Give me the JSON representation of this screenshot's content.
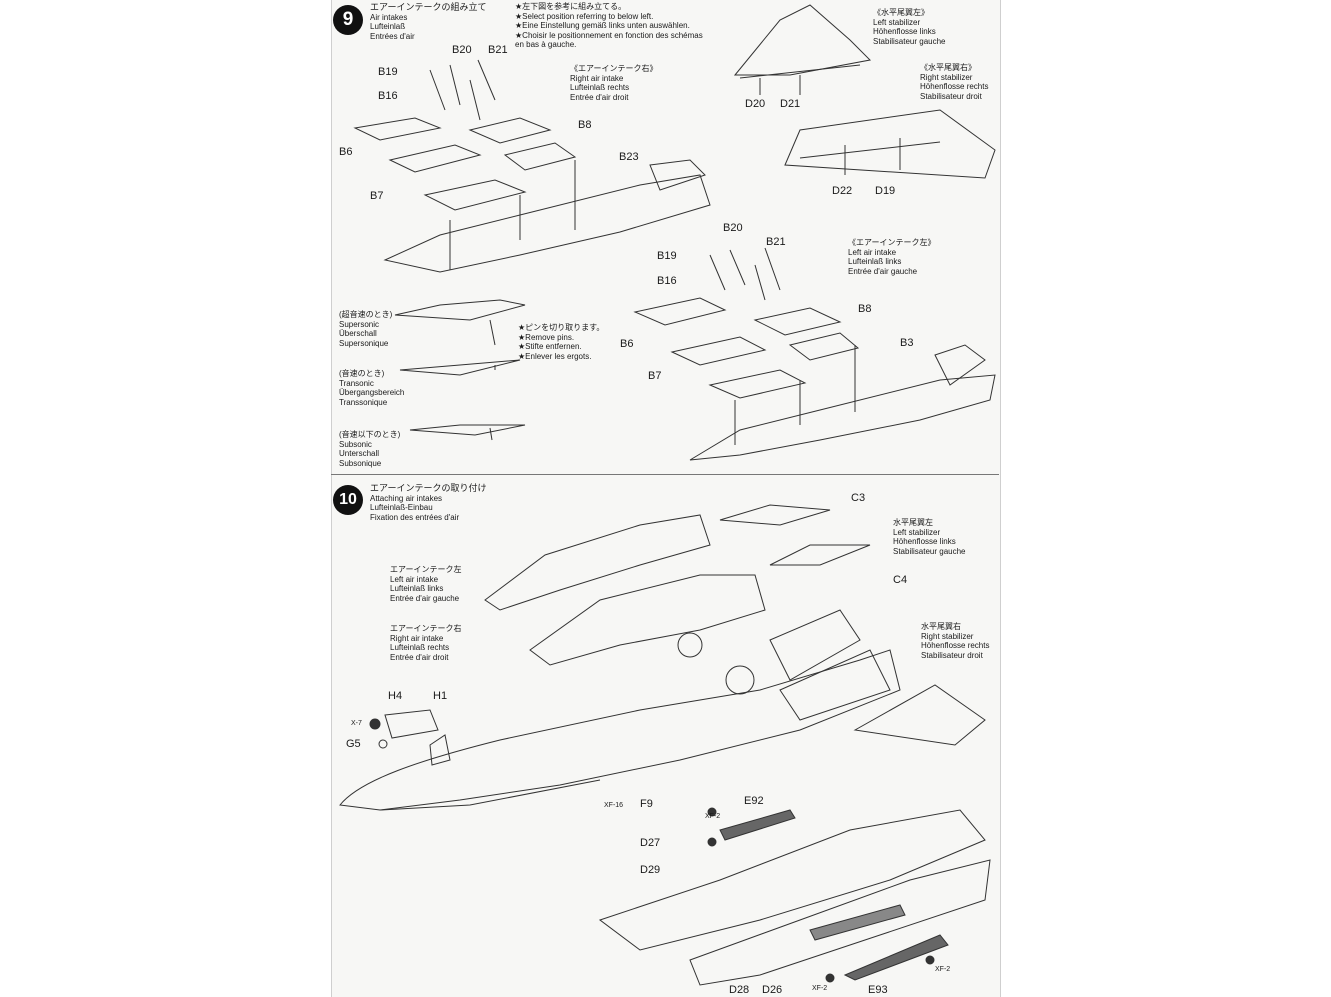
{
  "step9": {
    "number": "9",
    "title_jp": "エアーインテークの組み立て",
    "title_en": "Air intakes",
    "title_de": "Lufteinlaß",
    "title_fr": "Entrées d'air",
    "note": [
      "★左下図を参考に組み立てる。",
      "★Select position referring to below left.",
      "★Eine Einstellung gemäß links unten auswählen.",
      "★Choisir le positionnement en fonction des schémas",
      "en bas à gauche."
    ],
    "right_intake": [
      "《エアーインテーク右》",
      "Right air intake",
      "Lufteinlaß rechts",
      "Entrée d'air droit"
    ],
    "left_intake": [
      "《エアーインテーク左》",
      "Left air intake",
      "Lufteinlaß links",
      "Entrée d'air gauche"
    ],
    "left_stab": [
      "《水平尾翼左》",
      "Left stabilizer",
      "Höhenflosse links",
      "Stabilisateur gauche"
    ],
    "right_stab": [
      "《水平尾翼右》",
      "Right stabilizer",
      "Höhenflosse rechts",
      "Stabilisateur droit"
    ],
    "supersonic": [
      "(超音速のとき)",
      "Supersonic",
      "Überschall",
      "Supersonique"
    ],
    "transonic": [
      "(音速のとき)",
      "Transonic",
      "Übergangsbereich",
      "Transsonique"
    ],
    "subsonic": [
      "(音速以下のとき)",
      "Subsonic",
      "Unterschall",
      "Subsonique"
    ],
    "pins": [
      "★ピンを切り取ります。",
      "★Remove pins.",
      "★Stifte entfernen.",
      "★Enlever les ergots."
    ],
    "parts": {
      "b20a": "B20",
      "b21a": "B21",
      "b19a": "B19",
      "b16a": "B16",
      "b6a": "B6",
      "b8a": "B8",
      "b7a": "B7",
      "b23": "B23",
      "b20b": "B20",
      "b21b": "B21",
      "b19b": "B19",
      "b16b": "B16",
      "b6b": "B6",
      "b8b": "B8",
      "b7b": "B7",
      "b3": "B3",
      "d20": "D20",
      "d21": "D21",
      "d22": "D22",
      "d19": "D19"
    }
  },
  "step10": {
    "number": "10",
    "title_jp": "エアーインテークの取り付け",
    "title_en": "Attaching air intakes",
    "title_de": "Lufteinlaß-Einbau",
    "title_fr": "Fixation des entrées d'air",
    "left_intake": [
      "エアーインテーク左",
      "Left air intake",
      "Lufteinlaß links",
      "Entrée d'air gauche"
    ],
    "right_intake": [
      "エアーインテーク右",
      "Right air intake",
      "Lufteinlaß rechts",
      "Entrée d'air droit"
    ],
    "left_stab": [
      "水平尾翼左",
      "Left stabilizer",
      "Höhenflosse links",
      "Stabilisateur gauche"
    ],
    "right_stab": [
      "水平尾翼右",
      "Right stabilizer",
      "Höhenflosse rechts",
      "Stabilisateur droit"
    ],
    "parts": {
      "c3": "C3",
      "c4": "C4",
      "h4": "H4",
      "h1": "H1",
      "x7": "X-7",
      "g5": "G5",
      "xf16": "XF-16",
      "f9": "F9",
      "e92": "E92",
      "xf2a": "XF-2",
      "d27": "D27",
      "d29": "D29",
      "d28": "D28",
      "d26": "D26",
      "xf2b": "XF-2",
      "e93": "E93",
      "xf2c": "XF-2"
    }
  }
}
